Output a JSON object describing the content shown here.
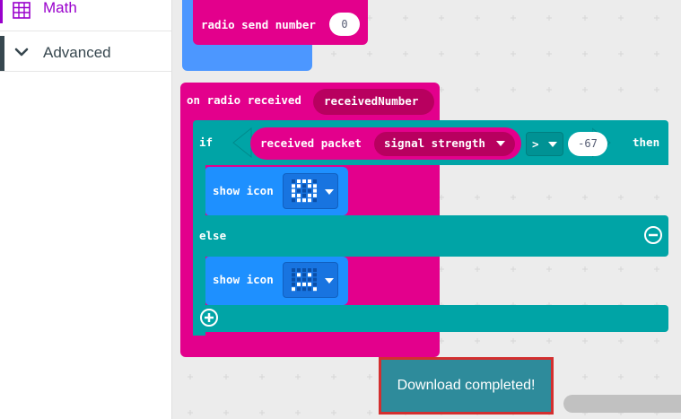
{
  "sidebar": {
    "items": [
      {
        "label": "Math",
        "icon": "grid-icon",
        "color": "#9900cc"
      },
      {
        "label": "Advanced",
        "icon": "chevron-down-icon",
        "color": "#37474f"
      }
    ]
  },
  "blocks": {
    "radio_send": {
      "label": "radio send number",
      "value": "0"
    },
    "on_radio": {
      "label": "on radio received",
      "param": "receivedNumber"
    },
    "if_block": {
      "if_label": "if",
      "then_label": "then",
      "else_label": "else",
      "packet_label": "received packet",
      "packet_option": "signal strength",
      "operator": ">",
      "compare_value": "-67"
    },
    "show_icon_1": {
      "label": "show icon",
      "pattern": [
        [
          0,
          1,
          1,
          1,
          0
        ],
        [
          1,
          1,
          0,
          1,
          1
        ],
        [
          1,
          0,
          0,
          0,
          1
        ],
        [
          1,
          1,
          0,
          1,
          1
        ],
        [
          0,
          1,
          1,
          1,
          0
        ]
      ]
    },
    "show_icon_2": {
      "label": "show icon",
      "pattern": [
        [
          0,
          0,
          0,
          0,
          0
        ],
        [
          0,
          1,
          0,
          1,
          0
        ],
        [
          0,
          0,
          0,
          0,
          0
        ],
        [
          0,
          1,
          1,
          1,
          0
        ],
        [
          1,
          0,
          0,
          0,
          1
        ]
      ]
    }
  },
  "toast": {
    "text": "Download completed!"
  },
  "colors": {
    "radio": "#e3008c",
    "logic": "#00a4a6",
    "basic": "#1e90ff",
    "math": "#9900cc"
  }
}
